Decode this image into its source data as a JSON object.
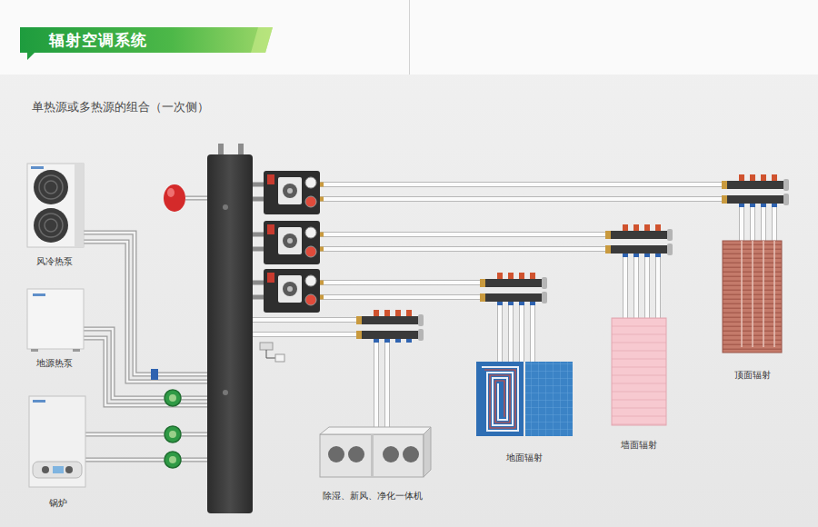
{
  "diagram": {
    "title": "辐射空调系统",
    "nodes": [
      {
        "text": [
          "风冷热泵"
        ]
      },
      {
        "text": [
          "地源热泵"
        ]
      },
      {
        "text": [
          "锅炉"
        ]
      },
      {
        "text": [
          "除湿、新风、净化一体机"
        ]
      },
      {
        "text": [
          "地面辐射"
        ]
      },
      {
        "text": [
          "墙面辐射"
        ]
      },
      {
        "text": [
          "顶面辐射"
        ]
      }
    ],
    "labels": [
      "单热源或多热源的组合（一次侧）"
    ]
  }
}
